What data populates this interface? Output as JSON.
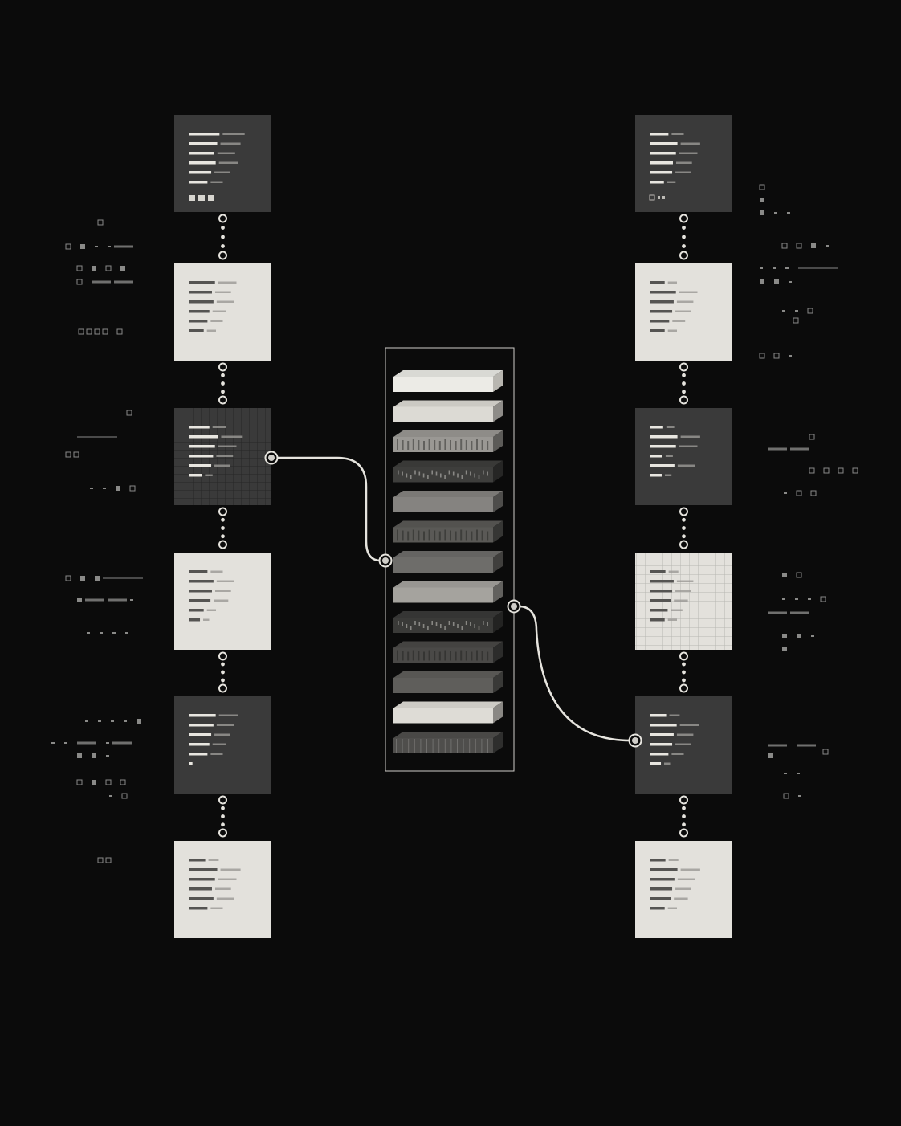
{
  "colors": {
    "background": "#0b0b0b",
    "panel_dark": "#3a3a3a",
    "panel_light": "#e3e1dc",
    "line": "#e6e4de",
    "muted": "#8a8a88"
  },
  "left_column": {
    "cards": [
      {
        "tone": "dark",
        "texture": "plain",
        "rows": [
          0.82,
          0.76,
          0.68,
          0.72,
          0.6,
          0.5
        ],
        "footer": "blocks"
      },
      {
        "tone": "light",
        "texture": "plain",
        "rows": [
          0.7,
          0.62,
          0.66,
          0.55,
          0.5,
          0.4
        ],
        "footer": "none"
      },
      {
        "tone": "dark",
        "texture": "grid",
        "rows": [
          0.55,
          0.78,
          0.7,
          0.65,
          0.6,
          0.35
        ],
        "footer": "none"
      },
      {
        "tone": "light",
        "texture": "plain",
        "rows": [
          0.5,
          0.66,
          0.62,
          0.58,
          0.4,
          0.3
        ],
        "footer": "none"
      },
      {
        "tone": "dark",
        "texture": "plain",
        "rows": [
          0.72,
          0.66,
          0.6,
          0.55,
          0.5,
          0.1
        ],
        "footer": "none"
      },
      {
        "tone": "light",
        "texture": "plain",
        "rows": [
          0.44,
          0.76,
          0.7,
          0.62,
          0.66,
          0.5
        ],
        "footer": "none"
      }
    ]
  },
  "right_column": {
    "cards": [
      {
        "tone": "dark",
        "texture": "plain",
        "rows": [
          0.5,
          0.74,
          0.7,
          0.62,
          0.6,
          0.38
        ],
        "footer": "marks"
      },
      {
        "tone": "light",
        "texture": "plain",
        "rows": [
          0.4,
          0.7,
          0.64,
          0.6,
          0.52,
          0.4
        ],
        "footer": "none"
      },
      {
        "tone": "dark",
        "texture": "plain",
        "rows": [
          0.36,
          0.74,
          0.7,
          0.34,
          0.66,
          0.32
        ],
        "footer": "none"
      },
      {
        "tone": "light",
        "texture": "grid",
        "rows": [
          0.42,
          0.64,
          0.6,
          0.56,
          0.48,
          0.4
        ],
        "footer": "none"
      },
      {
        "tone": "dark",
        "texture": "plain",
        "rows": [
          0.44,
          0.72,
          0.64,
          0.6,
          0.5,
          0.3
        ],
        "footer": "none"
      },
      {
        "tone": "light",
        "texture": "plain",
        "rows": [
          0.42,
          0.74,
          0.66,
          0.6,
          0.56,
          0.4
        ],
        "footer": "none"
      }
    ]
  },
  "stack": {
    "layers": [
      {
        "top": "#ecebe6",
        "side": "#b8b6b0",
        "pattern": "none"
      },
      {
        "top": "#dcdad4",
        "side": "#8e8c88",
        "pattern": "none"
      },
      {
        "top": "#9a9894",
        "side": "#5c5b58",
        "pattern": "bars"
      },
      {
        "top": "#3e3e3c",
        "side": "#262625",
        "pattern": "dots"
      },
      {
        "top": "#858380",
        "side": "#4e4d4b",
        "pattern": "none"
      },
      {
        "top": "#5a5956",
        "side": "#363634",
        "pattern": "bars"
      },
      {
        "top": "#6e6d6a",
        "side": "#403f3d",
        "pattern": "none"
      },
      {
        "top": "#a5a39e",
        "side": "#62615e",
        "pattern": "none"
      },
      {
        "top": "#3a3a38",
        "side": "#232322",
        "pattern": "dots"
      },
      {
        "top": "#4a4947",
        "side": "#2c2c2b",
        "pattern": "bars"
      },
      {
        "top": "#5f5e5b",
        "side": "#393937",
        "pattern": "none"
      },
      {
        "top": "#dedcd6",
        "side": "#8a8884",
        "pattern": "none"
      },
      {
        "top": "#4f4e4c",
        "side": "#2e2e2d",
        "pattern": "grid"
      }
    ]
  },
  "connectors": {
    "left_to_stack": {
      "from_card": 3,
      "to_layer": 7
    },
    "stack_to_right": {
      "from_layer": 9,
      "to_card": 5
    }
  }
}
